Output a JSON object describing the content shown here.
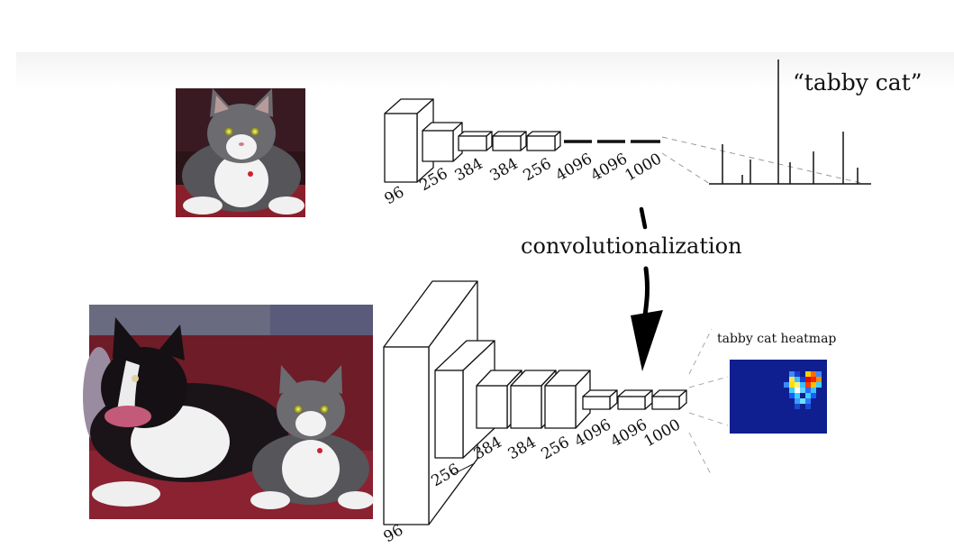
{
  "diagram": {
    "top_result": "“tabby cat”",
    "transform_label": "convolutionalization",
    "heatmap_label": "tabby cat heatmap",
    "top_layers": [
      "96",
      "256",
      "384",
      "384",
      "256",
      "4096",
      "4096",
      "1000"
    ],
    "bottom_layers": [
      "96",
      "256",
      "384",
      "384",
      "256",
      "4096",
      "4096",
      "1000"
    ]
  },
  "colors": {
    "heatmap_background": "#0f1f8f",
    "photo_sofa": "#7a1e2a"
  }
}
